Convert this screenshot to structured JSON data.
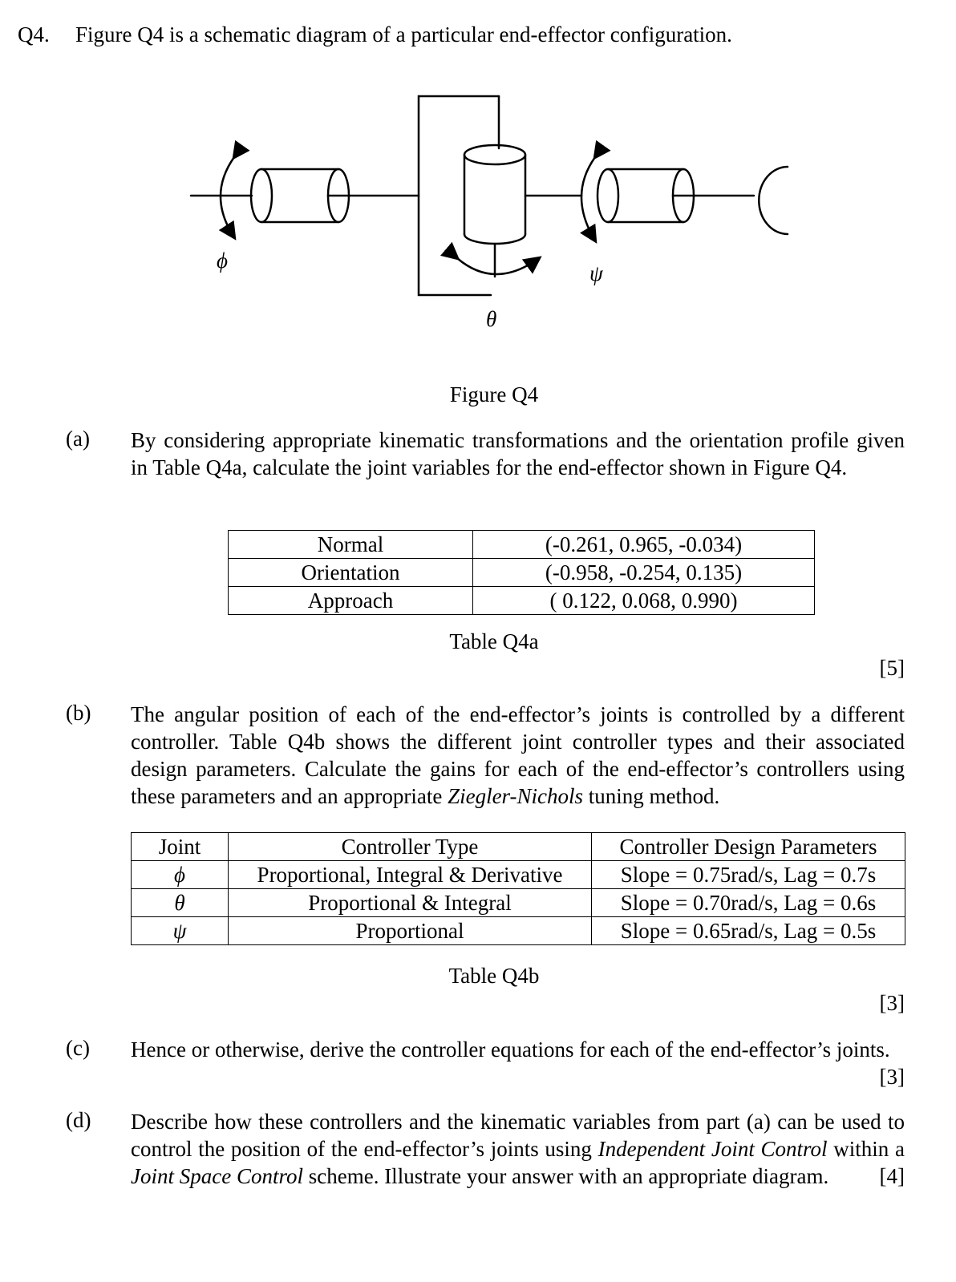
{
  "question": {
    "number": "Q4.",
    "stem": "Figure Q4 is a schematic diagram of a particular end-effector configuration."
  },
  "figure": {
    "labels": {
      "phi": "ϕ",
      "theta": "θ",
      "psi": "ψ"
    },
    "caption": "Figure Q4"
  },
  "parts": {
    "a": {
      "label": "(a)",
      "text": "By considering appropriate kinematic transformations and the orientation profile given in Table Q4a, calculate the joint variables for the end-effector shown in Figure Q4.",
      "marks": "[5]"
    },
    "b": {
      "label": "(b)",
      "text_1": "The angular position of each of the end-effector’s joints is controlled by a different controller. Table Q4b shows the different joint controller types and their associated design parameters. Calculate the gains for each of the end-effector’s controllers using these parameters and an appropriate ",
      "text_italic": "Ziegler-Nichols",
      "text_2": " tuning method.",
      "marks": "[3]"
    },
    "c": {
      "label": "(c)",
      "text": "Hence or otherwise, derive the controller equations for each of the end-effector’s joints.",
      "marks": "[3]"
    },
    "d": {
      "label": "(d)",
      "text_1": "Describe how these controllers and the kinematic variables from part (a) can be used to control the position of the end-effector’s joints using ",
      "italic_1": "Independent Joint Control",
      "text_2": " within a ",
      "italic_2": "Joint Space Control",
      "text_3": " scheme. Illustrate your answer with an appropriate diagram.",
      "marks": "[4]"
    }
  },
  "table_q4a": {
    "caption": "Table Q4a",
    "rows": [
      {
        "name": "Normal",
        "value": "(-0.261, 0.965, -0.034)"
      },
      {
        "name": "Orientation",
        "value": "(-0.958, -0.254, 0.135)"
      },
      {
        "name": "Approach",
        "value": "( 0.122,  0.068, 0.990)"
      }
    ]
  },
  "table_q4b": {
    "caption": "Table Q4b",
    "headers": [
      "Joint",
      "Controller Type",
      "Controller Design Parameters"
    ],
    "rows": [
      {
        "joint": "ϕ",
        "type": "Proportional, Integral & Derivative",
        "params": "Slope = 0.75rad/s, Lag = 0.7s"
      },
      {
        "joint": "θ",
        "type": "Proportional & Integral",
        "params": "Slope = 0.70rad/s, Lag = 0.6s"
      },
      {
        "joint": "ψ",
        "type": "Proportional",
        "params": "Slope = 0.65rad/s, Lag = 0.5s"
      }
    ]
  }
}
